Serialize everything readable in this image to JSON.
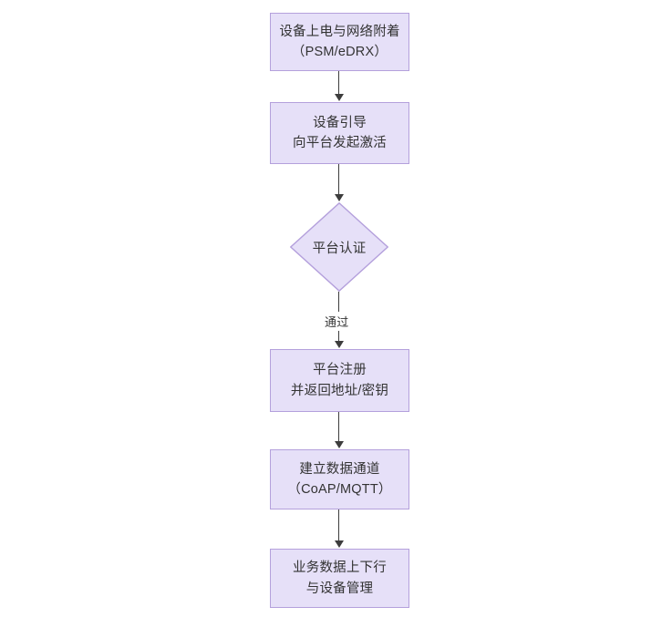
{
  "diagram": {
    "type": "flowchart",
    "orientation": "top-to-bottom",
    "background_color": "#ffffff",
    "node_fill_color": "#e6e0f8",
    "node_border_color": "#b4a0dc",
    "text_color": "#333333",
    "connector_color": "#3d3d3d",
    "nodes": [
      {
        "id": "power",
        "shape": "rectangle",
        "lines": [
          "设备上电与网络附着",
          "（PSM/eDRX）"
        ]
      },
      {
        "id": "bootstrap",
        "shape": "rectangle",
        "lines": [
          "设备引导",
          "向平台发起激活"
        ]
      },
      {
        "id": "auth",
        "shape": "diamond",
        "lines": [
          "平台认证"
        ]
      },
      {
        "id": "register",
        "shape": "rectangle",
        "lines": [
          "平台注册",
          "并返回地址/密钥"
        ]
      },
      {
        "id": "channel",
        "shape": "rectangle",
        "lines": [
          "建立数据通道",
          "（CoAP/MQTT）"
        ]
      },
      {
        "id": "data",
        "shape": "rectangle",
        "lines": [
          "业务数据上下行",
          "与设备管理"
        ]
      }
    ],
    "edges": [
      {
        "from": "power",
        "to": "bootstrap",
        "label": ""
      },
      {
        "from": "bootstrap",
        "to": "auth",
        "label": ""
      },
      {
        "from": "auth",
        "to": "register",
        "label": "通过"
      },
      {
        "from": "register",
        "to": "channel",
        "label": ""
      },
      {
        "from": "channel",
        "to": "data",
        "label": ""
      }
    ]
  }
}
